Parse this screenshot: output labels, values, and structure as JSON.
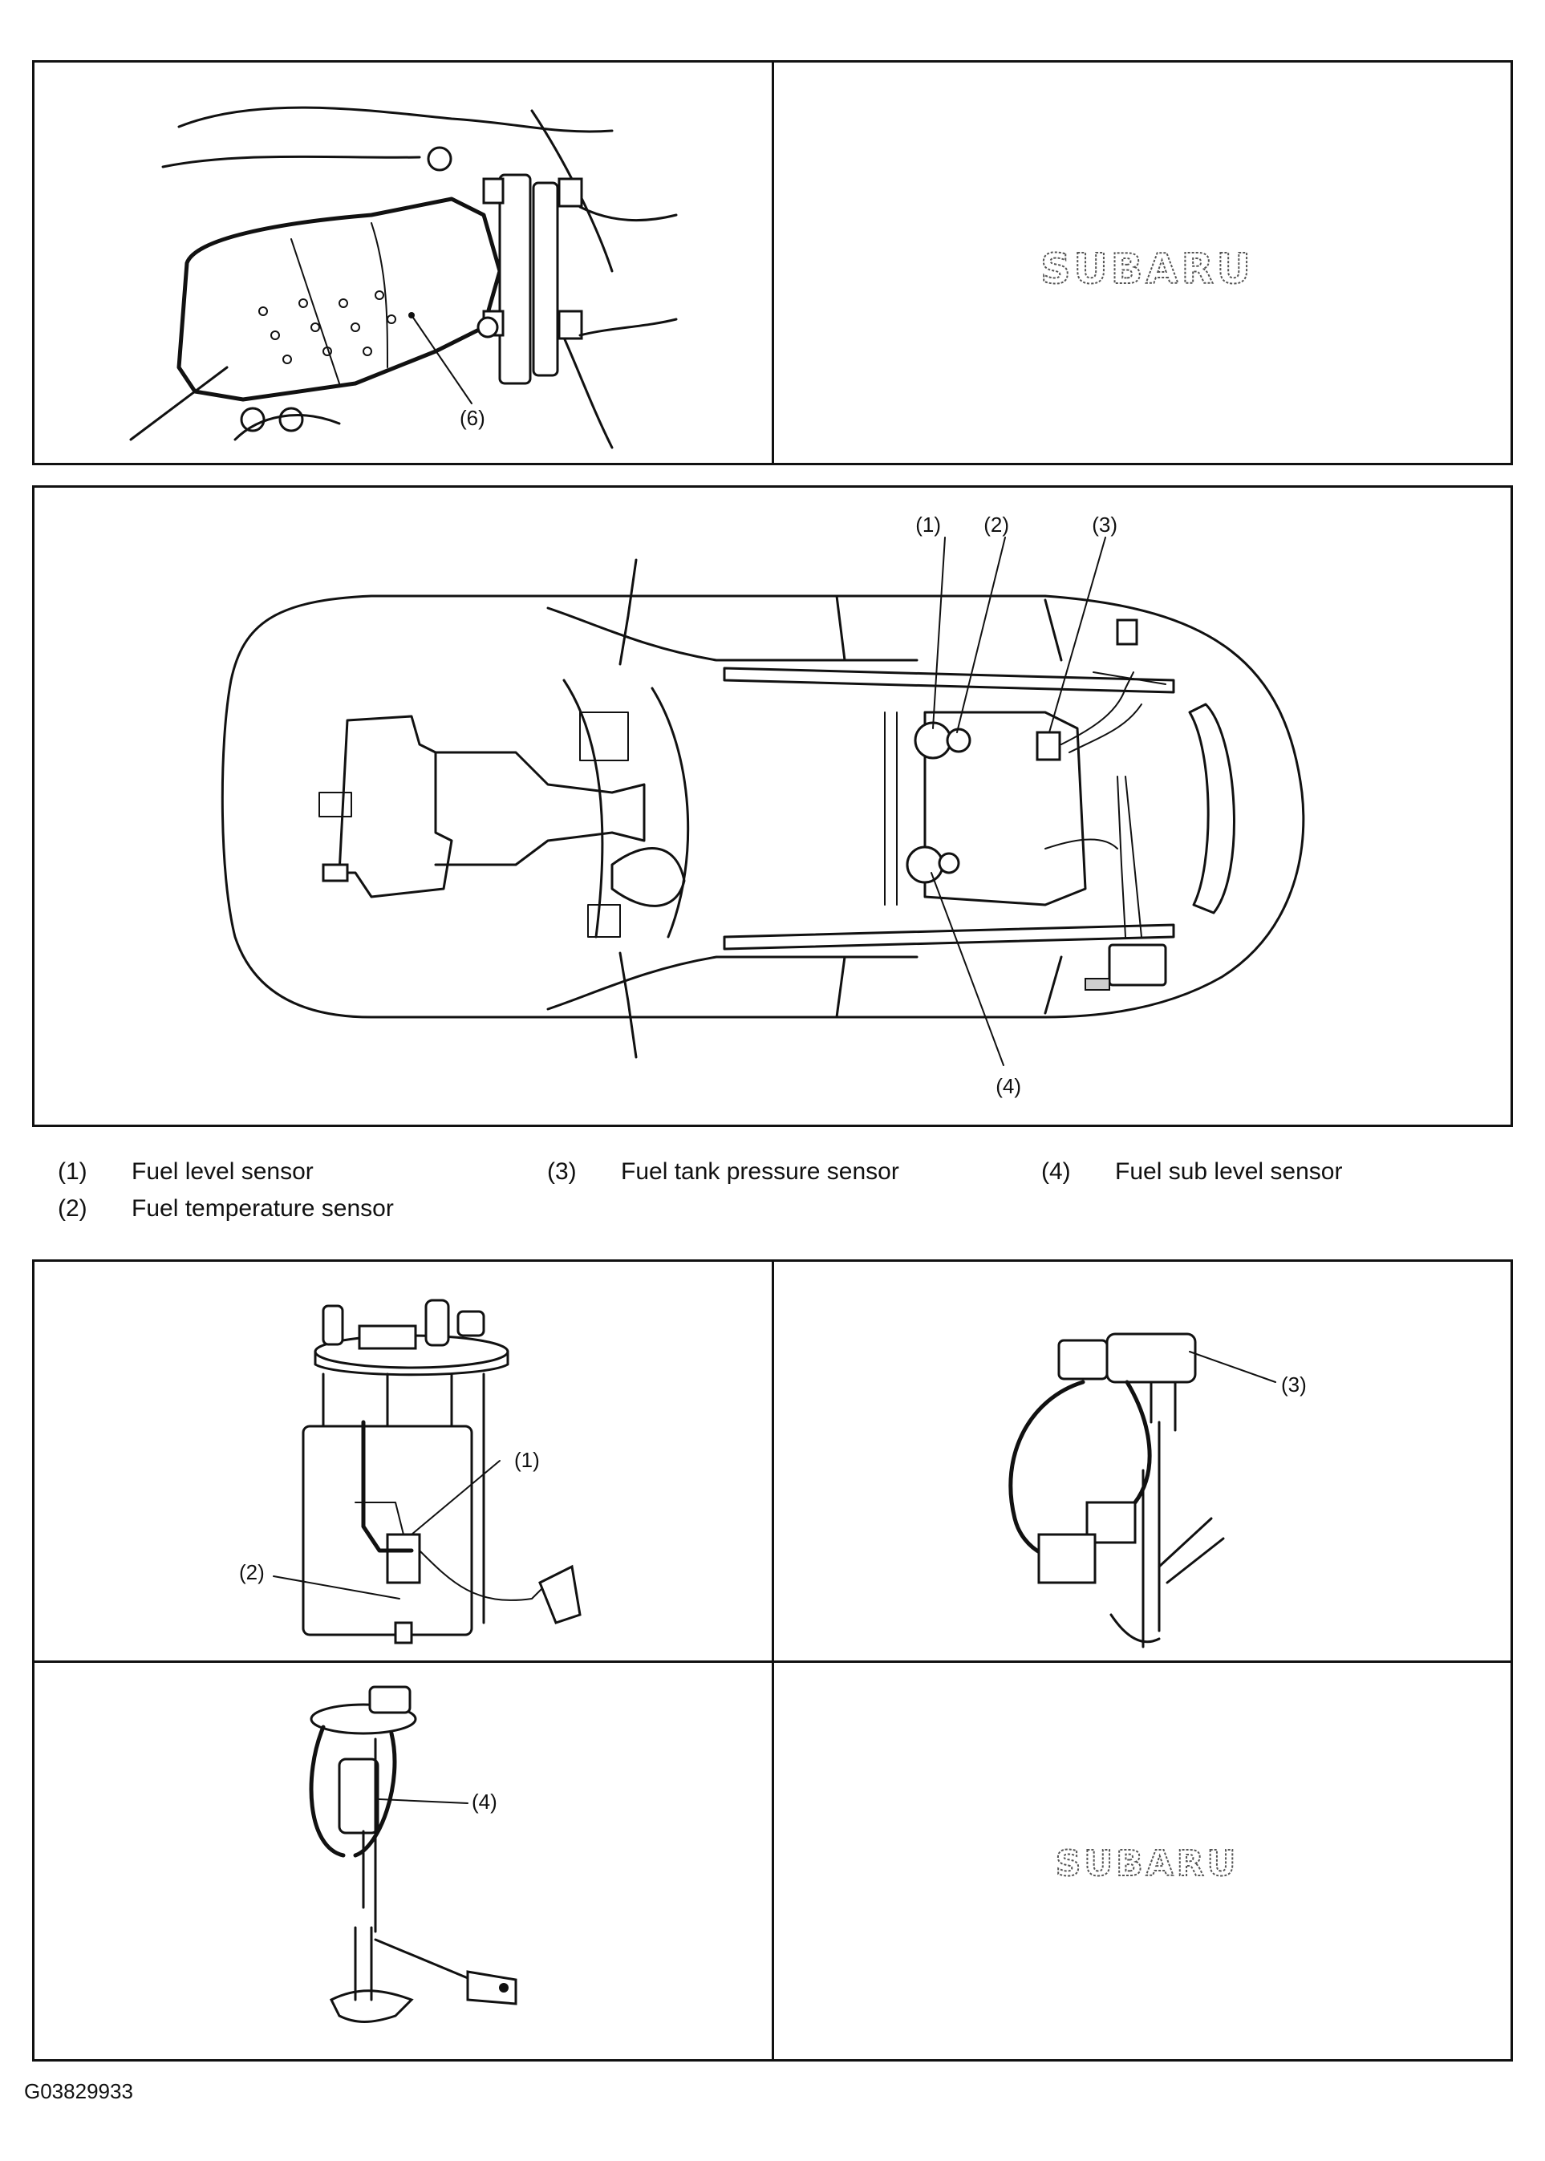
{
  "callouts": {
    "c1": "(1)",
    "c2": "(2)",
    "c3": "(3)",
    "c4": "(4)",
    "c6": "(6)"
  },
  "logo": "SUBARU",
  "legend": [
    {
      "num": "(1)",
      "label": "Fuel level sensor"
    },
    {
      "num": "(2)",
      "label": "Fuel temperature sensor"
    },
    {
      "num": "(3)",
      "label": "Fuel tank pressure sensor"
    },
    {
      "num": "(4)",
      "label": "Fuel sub level sensor"
    }
  ],
  "figure_id": "G03829933"
}
